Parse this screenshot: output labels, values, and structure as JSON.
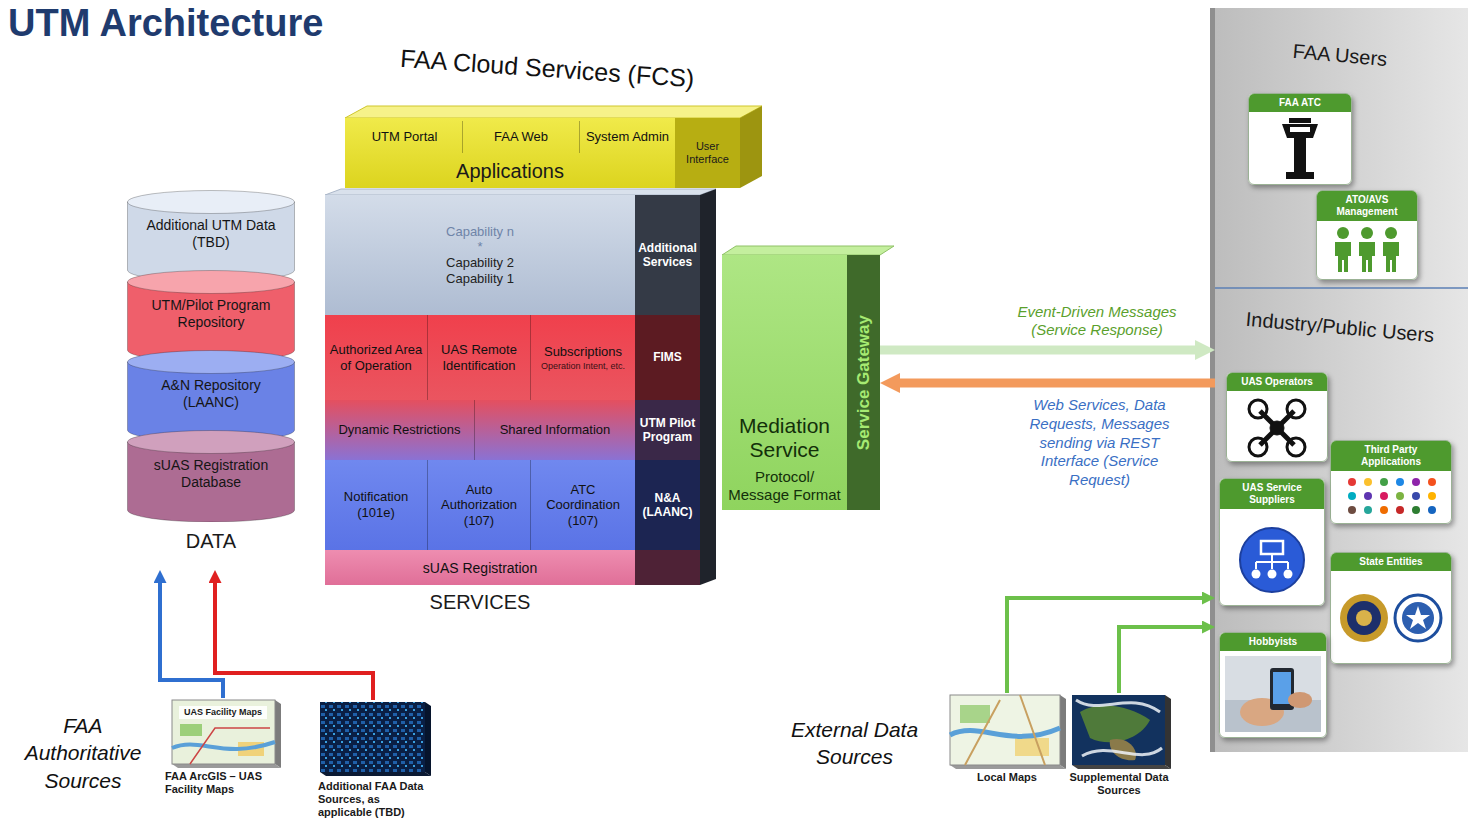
{
  "diagram": {
    "title": "UTM Architecture",
    "nodes": [
      {
        "text": [
          "DATA"
        ]
      },
      {
        "text": [
          "Additional UTM Data (TBD)"
        ],
        "in": 0
      },
      {
        "text": [
          "UTM/Pilot Program Repository"
        ],
        "in": 0
      },
      {
        "text": [
          "A&N Repository (LAANC)"
        ],
        "in": 0
      },
      {
        "text": [
          "sUAS Registration Database"
        ],
        "in": 0
      },
      {
        "text": [
          "Applications",
          "User Interface"
        ]
      },
      {
        "text": [
          "UTM Portal"
        ],
        "in": 5
      },
      {
        "text": [
          "FAA Web"
        ],
        "in": 5
      },
      {
        "text": [
          "System Admin"
        ],
        "in": 5
      },
      {
        "text": [
          "SERVICES"
        ]
      },
      {
        "text": [
          "Capability n",
          "*",
          "Capability 2",
          "Capability 1",
          "Additional Services"
        ],
        "in": 9
      },
      {
        "text": [
          "FIMS"
        ],
        "in": 9
      },
      {
        "text": [
          "Authorized Area of Operation"
        ],
        "in": 11
      },
      {
        "text": [
          "UAS Remote Identification"
        ],
        "in": 11
      },
      {
        "text": [
          "Subscriptions",
          "Operation Intent, etc."
        ],
        "in": 11
      },
      {
        "text": [
          "UTM Pilot Program"
        ],
        "in": 9
      },
      {
        "text": [
          "Dynamic Restrictions"
        ],
        "in": 15
      },
      {
        "text": [
          "Shared Information"
        ],
        "in": 15
      },
      {
        "text": [
          "N&A (LAANC)"
        ],
        "in": 9
      },
      {
        "text": [
          "Notification (101e)"
        ],
        "in": 18
      },
      {
        "text": [
          "Auto Authorization (107)"
        ],
        "in": 18
      },
      {
        "text": [
          "ATC Coordination (107)"
        ],
        "in": 18
      },
      {
        "text": [
          "sUAS Registration"
        ],
        "in": 9
      },
      {
        "text": [
          "Mediation Service",
          "Protocol/ Message Format"
        ]
      },
      {
        "text": [
          "Service Gateway"
        ],
        "in": 23
      },
      {
        "text": [
          "FAA Users"
        ]
      },
      {
        "text": [
          "FAA ATC"
        ],
        "in": 25
      },
      {
        "text": [
          "ATO/AVS Management"
        ],
        "in": 25
      },
      {
        "text": [
          "Industry/Public Users"
        ]
      },
      {
        "text": [
          "UAS Operators"
        ],
        "in": 28
      },
      {
        "text": [
          "Third Party Applications"
        ],
        "in": 28
      },
      {
        "text": [
          "UAS Service Suppliers"
        ],
        "in": 28
      },
      {
        "text": [
          "State Entities"
        ],
        "in": 28
      },
      {
        "text": [
          "Hobbyists"
        ],
        "in": 28
      },
      {
        "text": [
          "UAS Facility Maps",
          "FAA ArcGIS – UAS Facility Maps"
        ]
      },
      {
        "text": [
          "Additional FAA Data Sources, as applicable (TBD)"
        ]
      },
      {
        "text": [
          "Local Maps"
        ]
      },
      {
        "text": [
          "Supplemental Data Sources"
        ]
      }
    ],
    "edges": [
      {
        "from": 23,
        "to": 28,
        "arrow": "to",
        "label": "Event-Driven Messages (Service Response)"
      },
      {
        "from": 28,
        "to": 23,
        "arrow": "to",
        "label": "Web Services, Data Requests, Messages sending via REST Interface (Service Request)"
      },
      {
        "from": 34,
        "to": 0,
        "arrow": "to"
      },
      {
        "from": 35,
        "to": 0,
        "arrow": "to"
      },
      {
        "from": 36,
        "to": 28,
        "arrow": "to"
      },
      {
        "from": 37,
        "to": 28,
        "arrow": "to"
      }
    ],
    "labels": [
      "FAA Cloud Services (FCS)",
      "FAA Authoritative Sources",
      "External Data Sources"
    ]
  }
}
